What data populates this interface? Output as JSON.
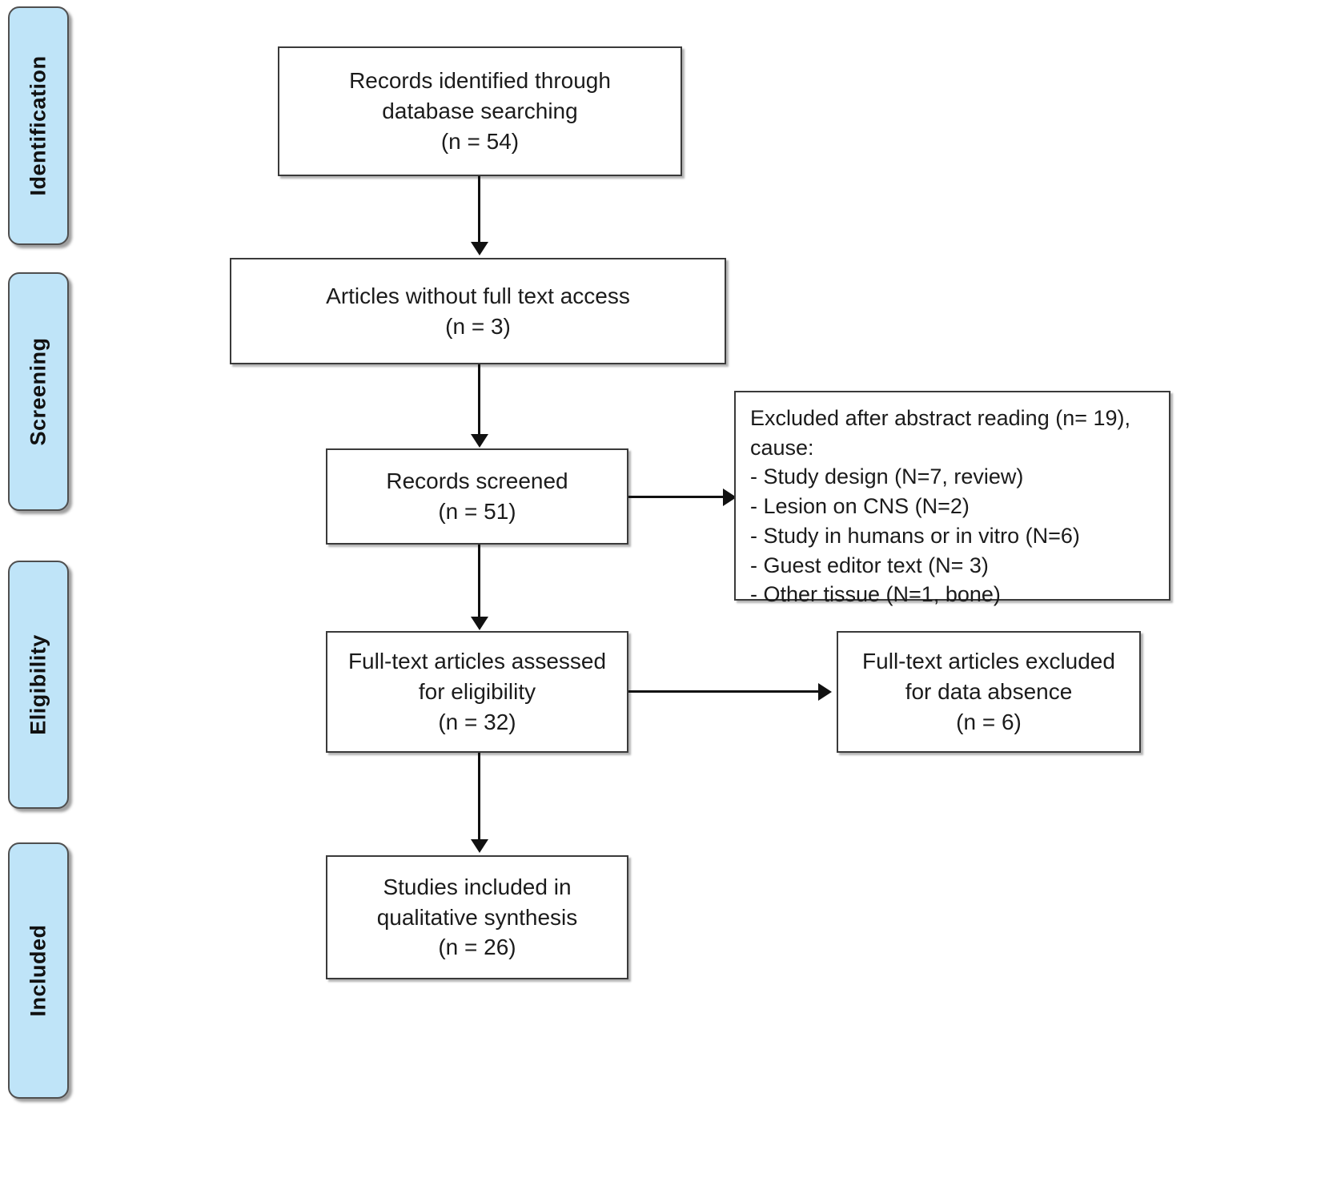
{
  "diagram": {
    "type": "prisma-flow-diagram",
    "title": "PRISMA flow diagram",
    "stages": [
      {
        "id": "identification",
        "label": "Identification"
      },
      {
        "id": "screening",
        "label": "Screening"
      },
      {
        "id": "eligibility",
        "label": "Eligibility"
      },
      {
        "id": "included",
        "label": "Included"
      }
    ],
    "boxes": [
      {
        "id": "records-identified",
        "text": "Records identified through\ndatabase searching\n(n = 54)",
        "n": 54
      },
      {
        "id": "articles-without-full-text",
        "text": "Articles without full text access\n(n = 3)",
        "n": 3
      },
      {
        "id": "records-screened",
        "text": "Records screened\n(n = 51)",
        "n": 51
      },
      {
        "id": "excluded-after-abstract",
        "text": "Excluded after abstract reading (n= 19), cause:\n- Study design (N=7, review)\n- Lesion on CNS (N=2)\n- Study in humans or in vitro (N=6)\n- Guest editor text (N= 3)\n- Other tissue (N=1, bone)",
        "n": 19
      },
      {
        "id": "full-text-assessed",
        "text": "Full-text articles assessed\nfor eligibility\n(n = 32)",
        "n": 32
      },
      {
        "id": "full-text-excluded",
        "text": "Full-text articles excluded\nfor data absence\n(n = 6)",
        "n": 6
      },
      {
        "id": "studies-included",
        "text": "Studies included in\nqualitative synthesis\n(n = 26)",
        "n": 26
      }
    ],
    "colors": {
      "stage_fill": "#bfe4f8",
      "stage_border": "#4f4f4f",
      "box_border": "#3a3a3a",
      "box_fill": "#ffffff",
      "connector": "#111111",
      "text": "#1b1b1b"
    }
  }
}
